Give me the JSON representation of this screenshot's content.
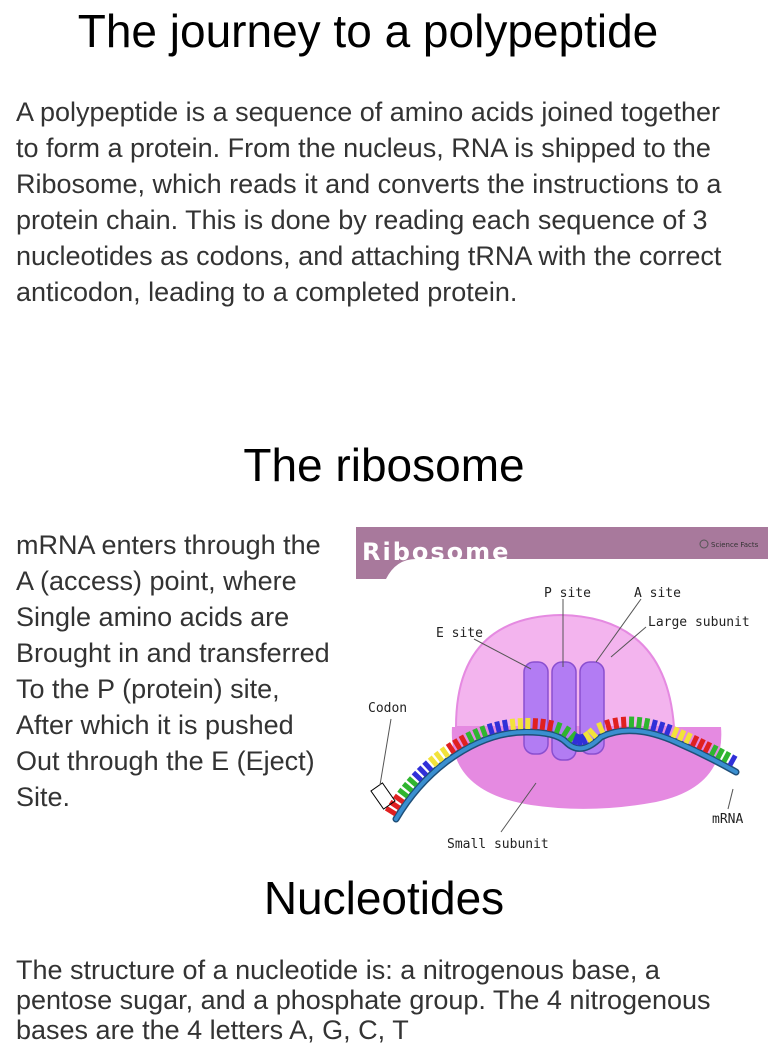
{
  "sections": {
    "journey": {
      "title": "The journey to a polypeptide",
      "body": "A polypeptide is a sequence of amino acids joined together to form a protein. From the nucleus, RNA is shipped to the Ribosome, which reads it and converts the instructions to a protein chain. This is done by reading each sequence of 3 nucleotides as codons, and attaching tRNA with the correct anticodon, leading to a completed protein."
    },
    "ribosome": {
      "title": "The ribosome",
      "lines": [
        "mRNA enters through the",
        "A (access) point, where",
        "Single amino acids are",
        "Brought in and transferred",
        "To the P (protein) site,",
        "After which it is pushed",
        "Out through the E (Eject)",
        "Site."
      ]
    },
    "nucleotides": {
      "title": "Nucleotides",
      "body": "The structure of a nucleotide is: a nitrogenous base, a pentose sugar, and a phosphate group. The 4 nitrogenous bases are the 4 letters A, G, C, T"
    }
  },
  "figure": {
    "banner_title": "Ribosome",
    "brand": "Science Facts",
    "labels": {
      "p_site": "P site",
      "a_site": "A site",
      "e_site": "E site",
      "large_subunit": "Large subunit",
      "codon": "Codon",
      "small_subunit": "Small subunit",
      "mrna": "mRNA"
    },
    "colors": {
      "banner": "#a8799c",
      "large_subunit": "#f3b4ee",
      "small_subunit": "#e58ae1",
      "trna": "#b27cf3",
      "mrna": "#2f79b5"
    }
  }
}
